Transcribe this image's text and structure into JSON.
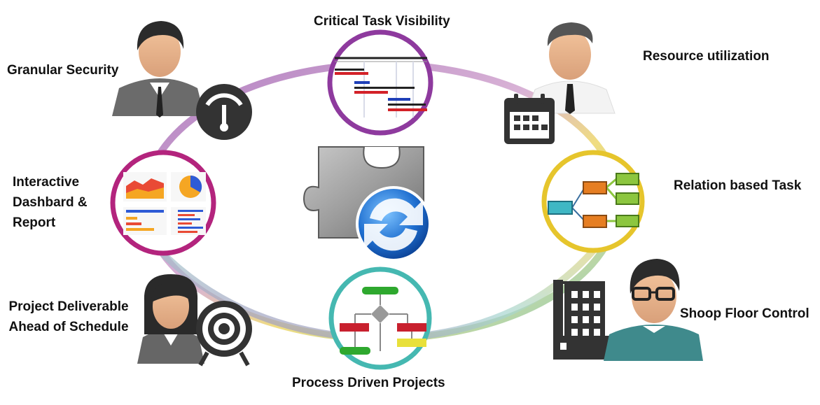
{
  "colors": {
    "ring_purple": "#a77bb5",
    "ring_yellow": "#ecd56a",
    "ring_teal": "#86c8c0",
    "node_magenta": "#b3247d",
    "node_yellow": "#e6c52c",
    "node_teal": "#45b8b1",
    "node_purple": "#8e3a9e",
    "icon_dark": "#333333",
    "bar_red": "#d32128",
    "bar_blue": "#1f3fb8",
    "box_orange": "#e67e22",
    "box_green": "#8cc63f",
    "box_cyan": "#3fb7c4"
  },
  "icons": [
    "person-icon",
    "gauge-icon",
    "calendar-icon",
    "factory-icon",
    "target-icon",
    "puzzle-refresh-icon",
    "gantt-chart-icon",
    "dashboard-report-icon",
    "task-tree-icon",
    "flowchart-icon"
  ],
  "labels": {
    "critical_task": "Critical Task Visibility",
    "resource": "Resource utilization",
    "granular": "Granular Security",
    "relation": "Relation based Task",
    "interactive_lines": [
      "Interactive",
      "Dashbard &",
      "Report"
    ],
    "shoop_floor": "Shoop Floor Control",
    "project_lines": [
      "Project Deliverable",
      "Ahead of Schedule"
    ],
    "process": "Process Driven Projects"
  }
}
